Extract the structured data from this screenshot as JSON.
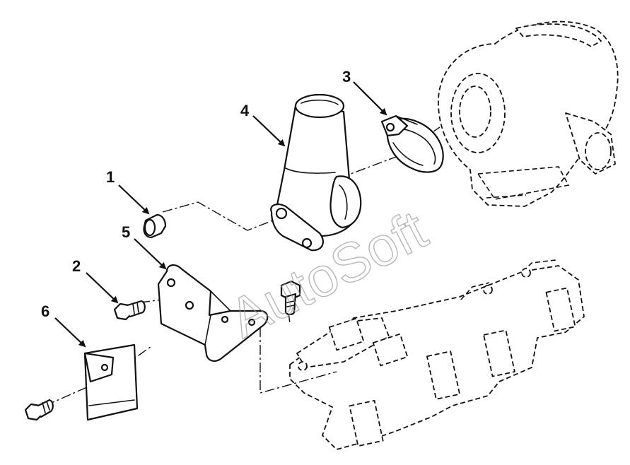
{
  "callouts": [
    {
      "id": "1",
      "label": "1"
    },
    {
      "id": "2",
      "label": "2"
    },
    {
      "id": "3",
      "label": "3"
    },
    {
      "id": "4",
      "label": "4"
    },
    {
      "id": "5",
      "label": "5"
    },
    {
      "id": "6",
      "label": "6"
    }
  ],
  "watermark": "AutoSoft",
  "colors": {
    "line": "#111111",
    "background": "#ffffff",
    "watermark": "#9a9a9a"
  }
}
